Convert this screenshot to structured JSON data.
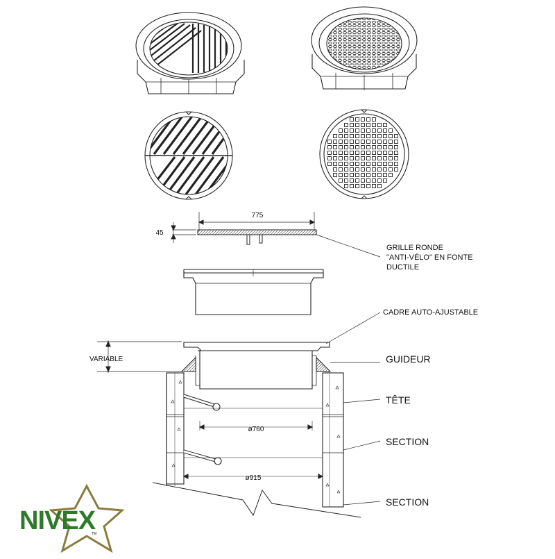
{
  "dimensions": {
    "width_top": "775",
    "height_top": "45",
    "diameter_inner": "ø760",
    "diameter_outer": "ø915",
    "variable": "VARIABLE"
  },
  "labels": {
    "grille_line1": "GRILLE RONDE",
    "grille_line2": "\"ANTI-VÉLO\" EN FONTE",
    "grille_line3": "DUCTILE",
    "cadre": "CADRE AUTO-AJUSTABLE",
    "guideur": "GUIDEUR",
    "tete": "TÊTE",
    "section1": "SECTION",
    "section2": "SECTION"
  },
  "logo": {
    "text": "NIVEX",
    "trademark": "TM",
    "text_color": "#2f7a2a",
    "star_color": "#8a7a3c"
  }
}
